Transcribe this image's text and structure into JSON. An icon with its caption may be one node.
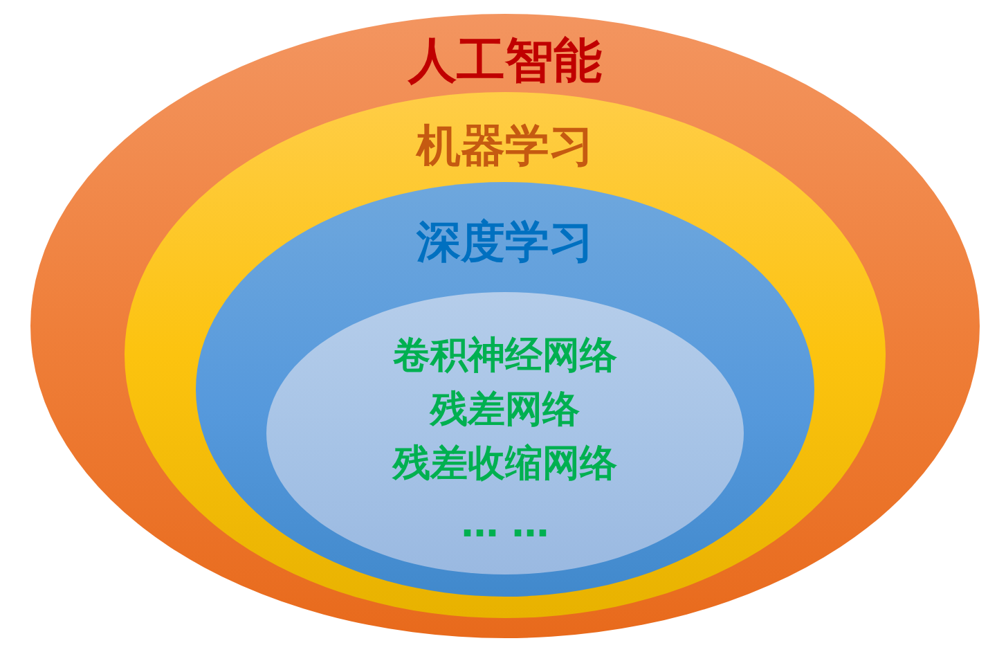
{
  "diagram": {
    "nodes": [
      {
        "text": [
          "人工智能"
        ]
      },
      {
        "text": [
          "机器学习"
        ],
        "in": 0
      },
      {
        "text": [
          "深度学习"
        ],
        "in": 1
      },
      {
        "text": [
          "卷积神经网络",
          "残差网络",
          "残差收缩网络",
          "… …"
        ],
        "in": 2
      }
    ]
  }
}
